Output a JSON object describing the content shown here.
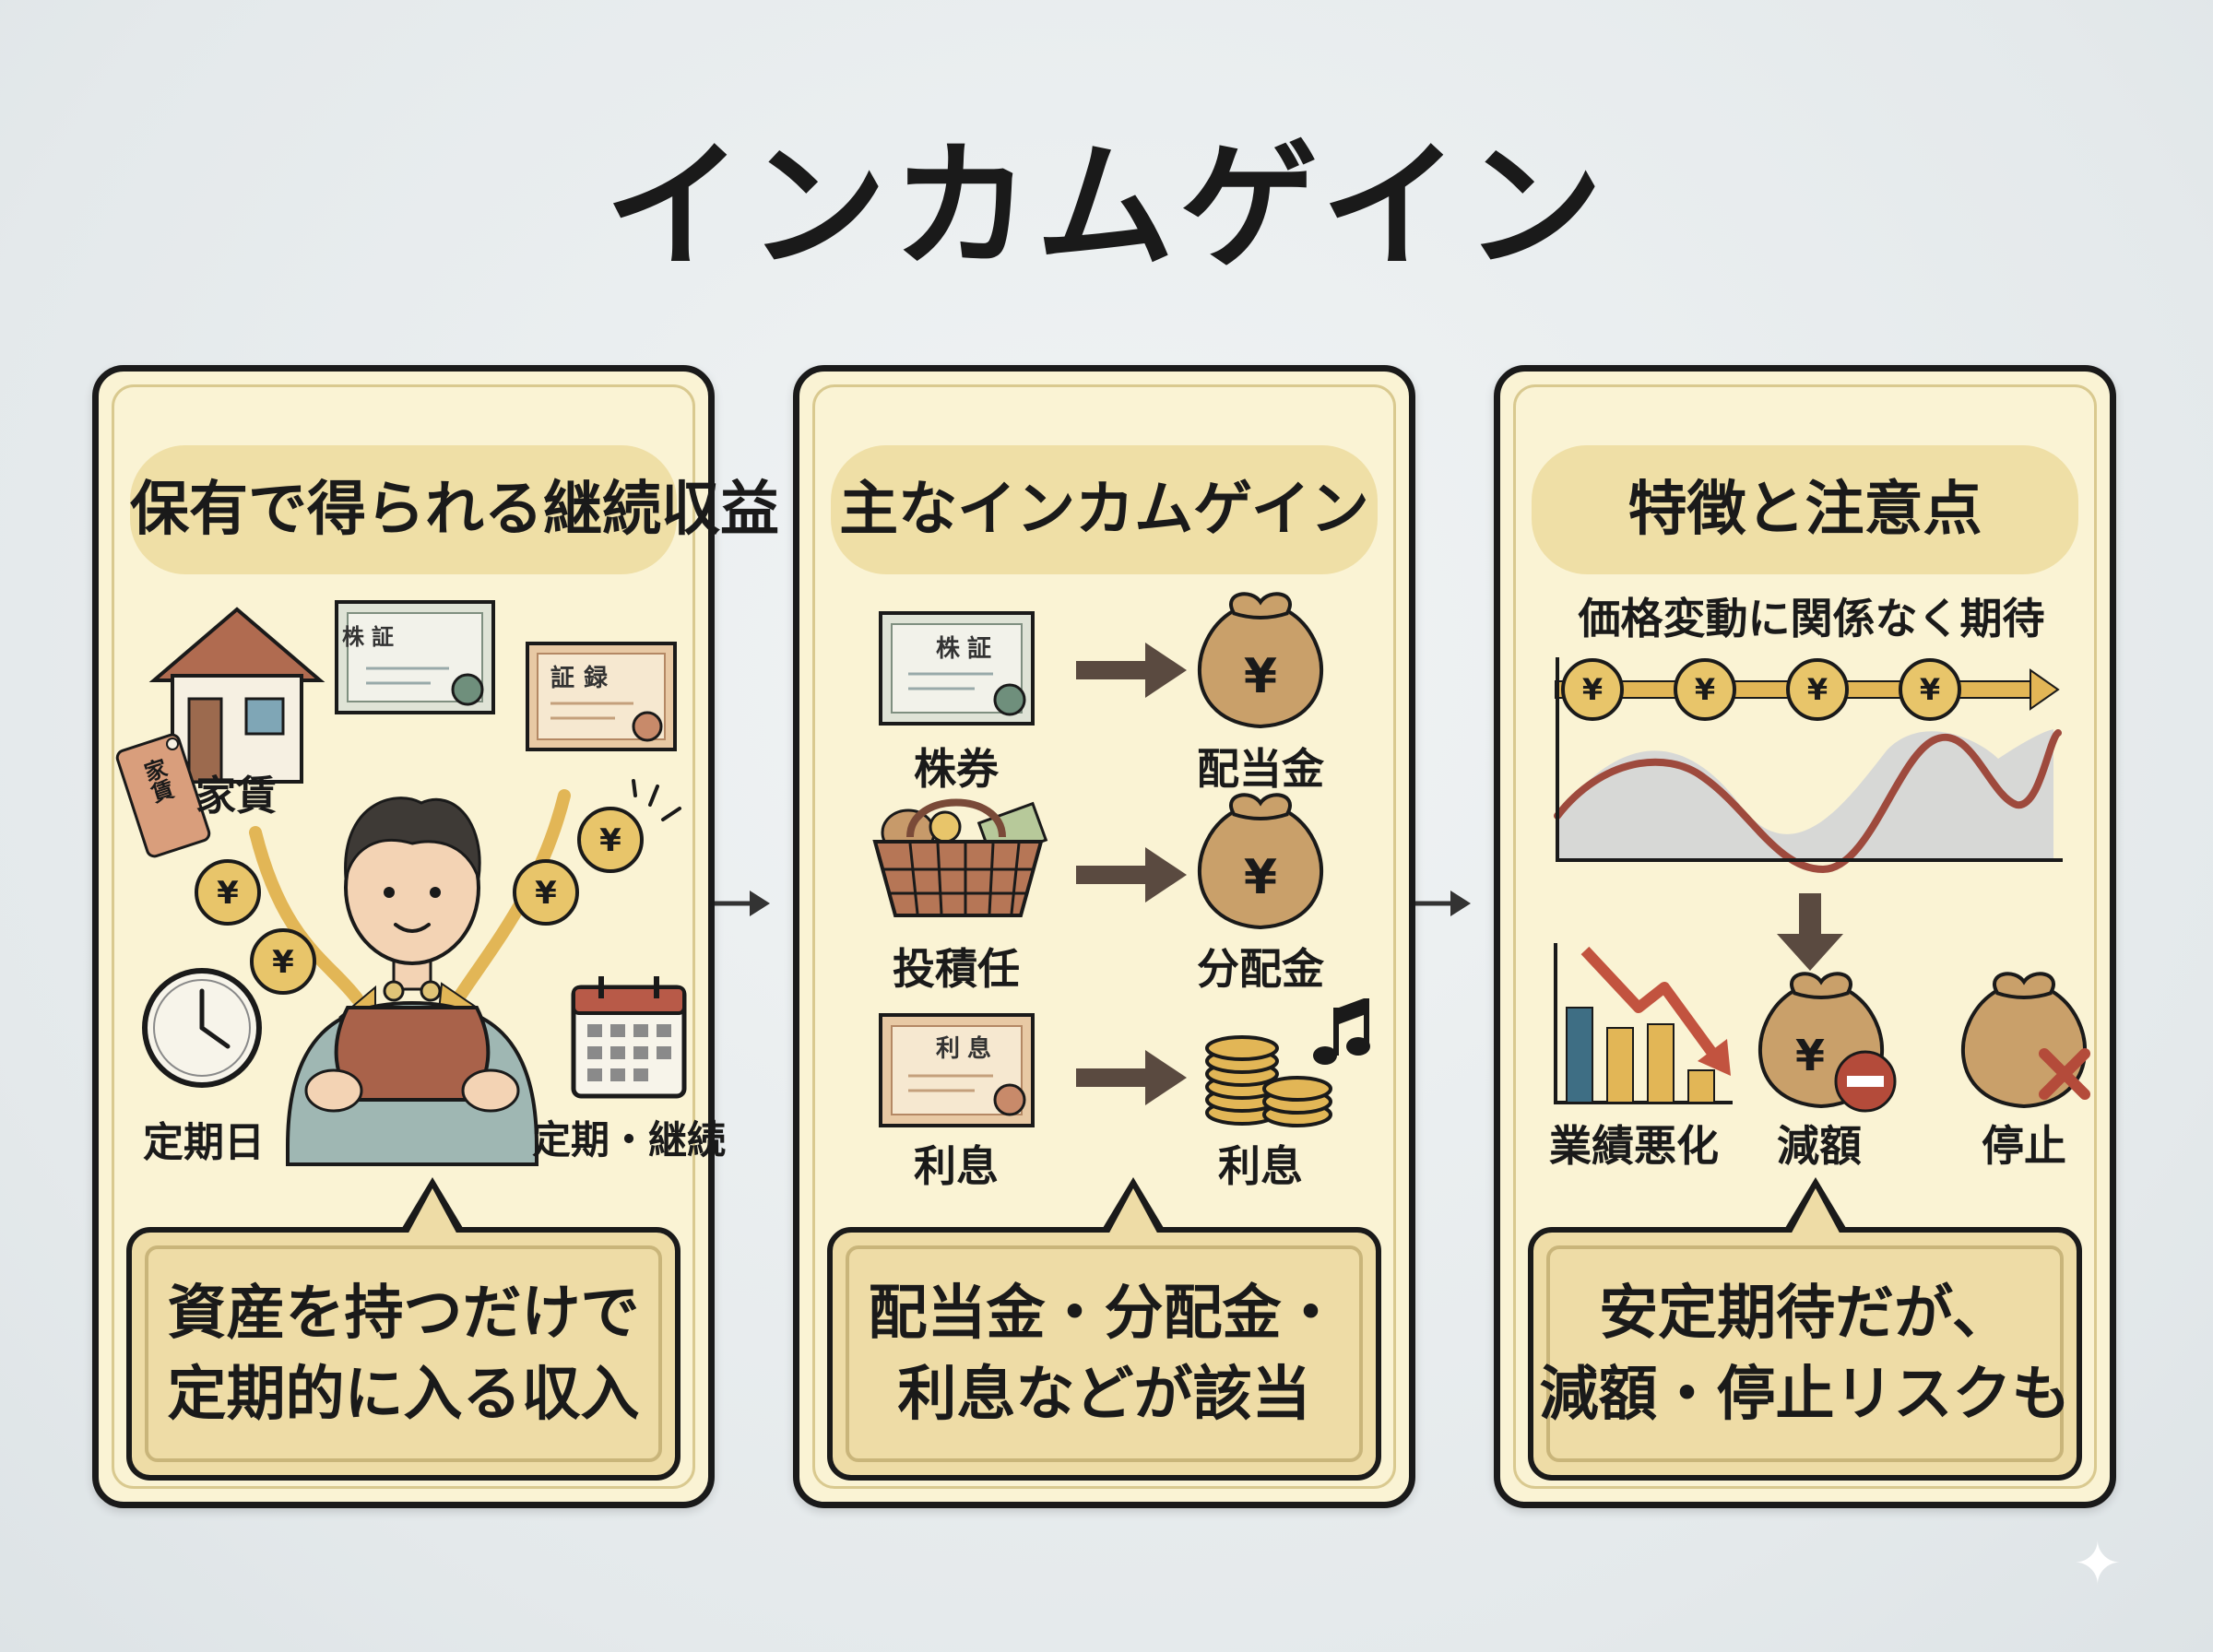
{
  "title": "インカムゲイン",
  "panels": [
    {
      "heading": "保有で得られる継続収益",
      "labels": {
        "rent": "家賃",
        "rent_tag": "家賃",
        "stock_cert": "株証",
        "bond_cert": "証録",
        "regular_day": "定期日",
        "regular_continue": "定期・継続"
      },
      "summary": [
        "資産を持つだけで",
        "定期的に入る収入"
      ]
    },
    {
      "heading": "主なインカムゲイン",
      "rows": [
        {
          "doc": "株証",
          "from": "株券",
          "to": "配当金"
        },
        {
          "from": "投積任",
          "to": "分配金"
        },
        {
          "doc": "利息",
          "from": "利息",
          "to": "利息"
        }
      ],
      "summary": [
        "配当金・分配金・",
        "利息などが該当"
      ]
    },
    {
      "heading": "特徴と注意点",
      "caption": "価格変動に関係なく期待",
      "outcomes": [
        "業績悪化",
        "減額",
        "停止"
      ],
      "summary": [
        "安定期待だが、",
        "減額・停止リスクも"
      ]
    }
  ],
  "colors": {
    "panel_bg": "#faf3d4",
    "heading_bg": "#efdfa6",
    "bubble_bg": "#eedca6",
    "coin": "#e8c56a",
    "arrow": "#e2b656",
    "wave": "#9e4a3d",
    "bars": "#3e6e84"
  },
  "icons": [
    "house-icon",
    "stock-certificate-icon",
    "bond-certificate-icon",
    "yen-coin-icon",
    "person-icon",
    "wallet-icon",
    "clock-icon",
    "calendar-icon",
    "money-bag-icon",
    "basket-icon",
    "coin-stack-icon",
    "music-note-icon",
    "down-arrow-icon",
    "bar-chart-icon",
    "minus-icon",
    "cross-icon",
    "sparkle-icon"
  ],
  "sparkle": "✦"
}
